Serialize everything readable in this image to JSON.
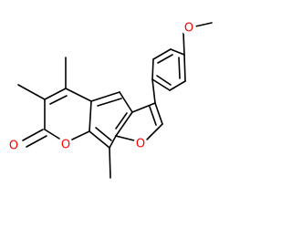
{
  "molecule": {
    "atom_labels": {
      "carbonyl_oxygen": "O",
      "pyranone_ring_oxygen": "O",
      "furan_oxygen": "O",
      "methoxy_oxygen": "O"
    },
    "colors": {
      "bond": "#000000",
      "oxygen": "#ff0000",
      "background": "#ffffff"
    }
  }
}
